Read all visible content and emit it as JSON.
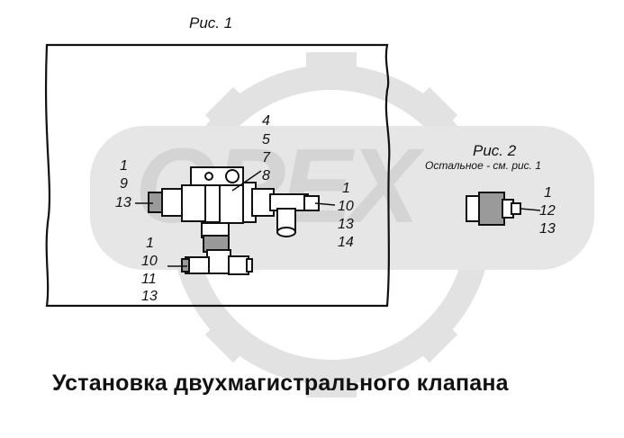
{
  "figure1": {
    "title": "Рис. 1",
    "callouts": {
      "top_right": [
        "4",
        "5",
        "7",
        "8"
      ],
      "left": [
        "1",
        "9",
        "13"
      ],
      "right": [
        "1",
        "10",
        "13",
        "14"
      ],
      "bottom": [
        "1",
        "10",
        "11",
        "13"
      ]
    }
  },
  "figure2": {
    "title": "Рис. 2",
    "note": "Остальное - см. рис. 1",
    "callouts": [
      "1",
      "12",
      "13"
    ]
  },
  "caption": "Установка двухмагистрального клапана",
  "watermark": "OPEX"
}
